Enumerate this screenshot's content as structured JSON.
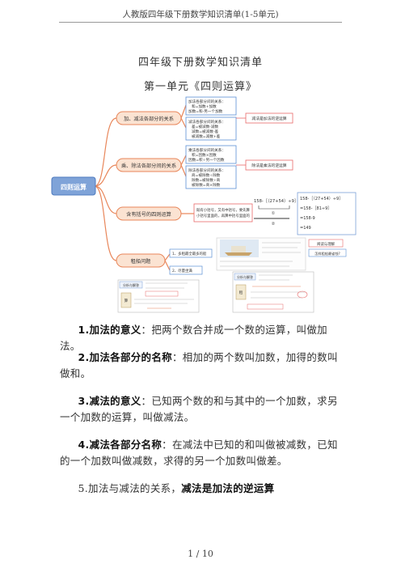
{
  "header": "人教版四年级下册数学知识清单(1-5单元)",
  "title": "四年级下册数学知识清单",
  "subtitle": "第一单元《四则运算》",
  "mindmap": {
    "root": "四则运算",
    "branch1": "加、减法各部分的关系",
    "branch1_box1": [
      "加法各部分间的关系：",
      "和=加数+加数",
      "加数=和-另一个加数"
    ],
    "branch1_box2": [
      "减法各部分间的关系：",
      "差=被减数-减数",
      "减数=被减数-差",
      "被减数=减数+差"
    ],
    "branch1_note": "减法是加法的逆运算",
    "branch2": "乘、除法各部分间的关系",
    "branch2_box1": [
      "乘法各部分间的关系：",
      "积=因数×因数",
      "因数=积÷另一个因数"
    ],
    "branch2_box2": [
      "除法各部分间的关系：",
      "商=被除数÷除数",
      "除数=被除数÷商",
      "被除数=商×除数"
    ],
    "branch2_note": "除法是乘法的逆运算",
    "branch3": "含有括号的四则运算",
    "branch3_box": [
      "既有小括号，又有中括号，要先算",
      "小括号里面的，再算中括号里面的"
    ],
    "calc_expr": "158-［（27+54）÷9］",
    "calc_steps": [
      "158-［（27+54）÷9］",
      "=158-［81÷9］",
      "=158-9",
      "=149"
    ],
    "branch4": "租船问题",
    "branch4_sub1": "1、多租最全最多的船",
    "branch4_sub2": "2、尽量坐满",
    "panel_title_a": "阅读与理解",
    "panel_title_b": "分析与解答",
    "panel_title_c": "回顾与反思",
    "panel_q": "怎样租船最省钱?",
    "panel_tag_a": "租",
    "panel_tag_b": "算"
  },
  "paragraphs": {
    "p1_bold": "1.加法的意义",
    "p1_text": "：把两个数合并成一个数的运算，叫做加法。",
    "p2_bold": "2.加法各部分的名称",
    "p2_text": "：相加的两个数叫加数，加得的数叫做和。",
    "p3_bold": "3.减法的意义",
    "p3_text": "：已知两个数的和与其中的一个加数，求另一个加数的运算，叫做减法。",
    "p4_bold": "4.减法各部分名称",
    "p4_text": "：在减法中已知的和叫做被减数，已知的一个加数叫做减数，求得的另一个加数叫做差。",
    "p5_text": "5.加法与减法的关系，",
    "p5_bold": "减法是加法的逆运算"
  },
  "footer": "1 / 10",
  "colors": {
    "root": "#7fa3d8",
    "branch_fill": "#fbe3d2",
    "branch_border": "#e8865a",
    "note_border": "#e86a6a",
    "line": "#e8865a"
  }
}
